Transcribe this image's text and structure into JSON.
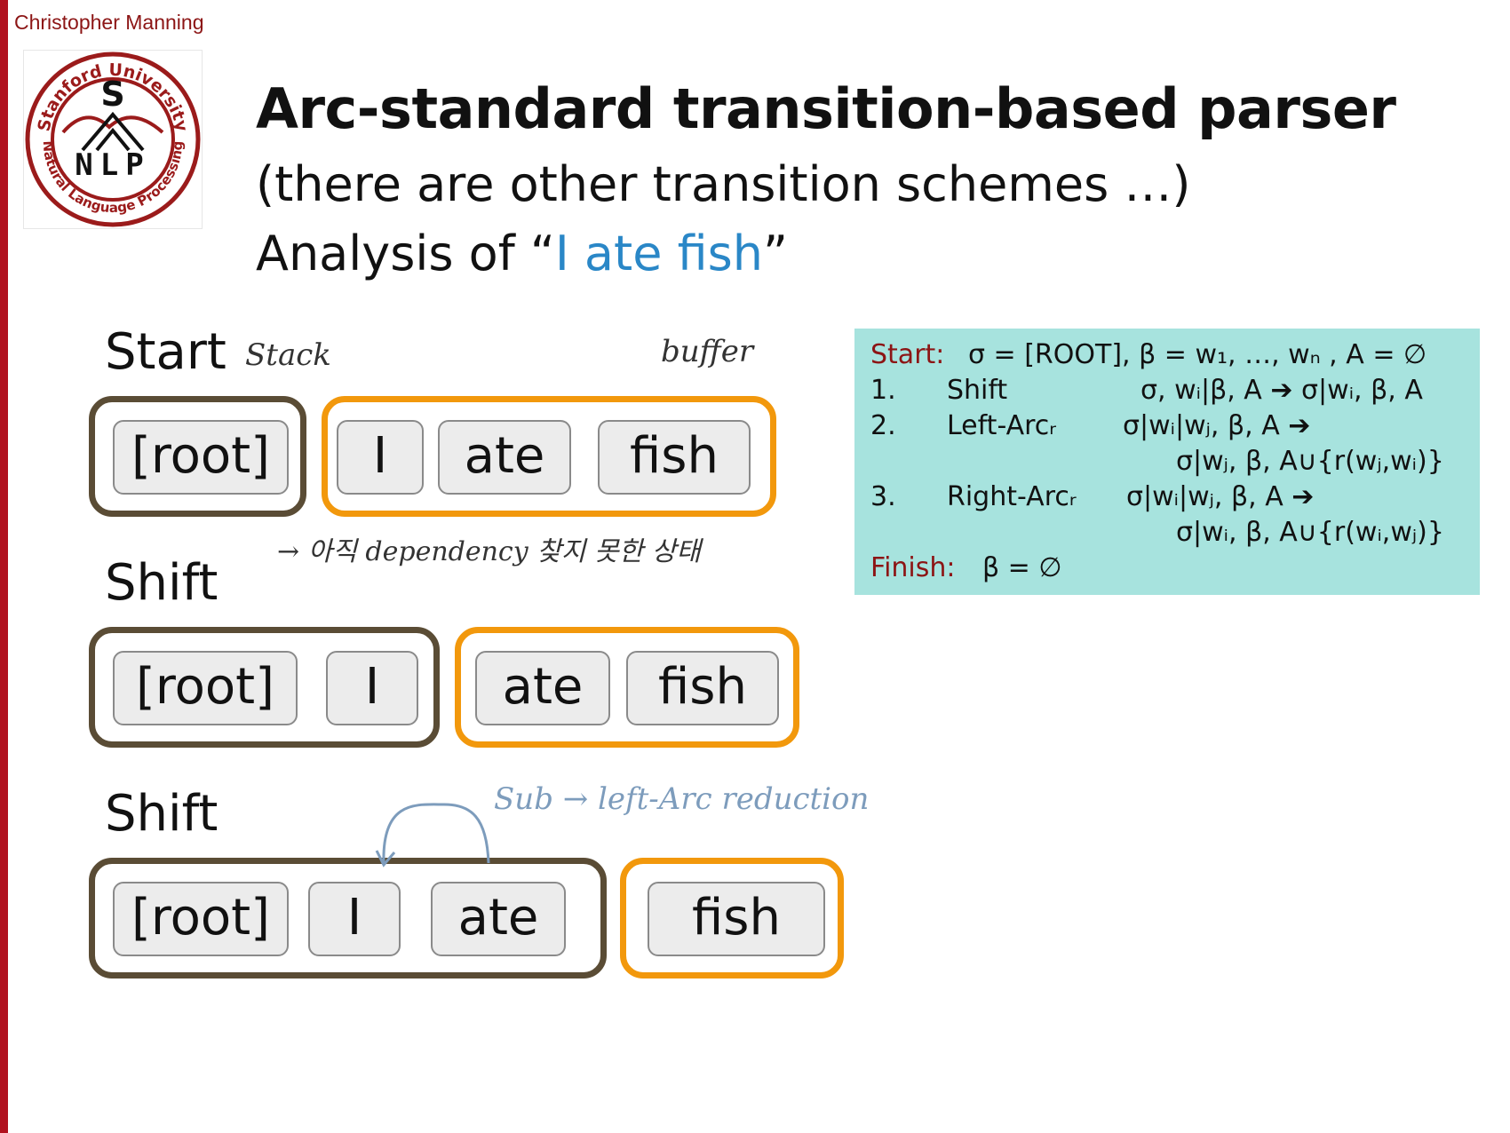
{
  "header": {
    "author": "Christopher Manning",
    "title": "Arc-standard transition-based parser",
    "subtitle": "(there are other transition schemes …)",
    "analysis_prefix": "Analysis of “",
    "analysis_sentence": "I ate fish",
    "analysis_suffix": "”"
  },
  "logo": {
    "top_text": "Stanford University",
    "bottom_text": "Natural Language Processing",
    "letter": "S",
    "abbr": "NLP"
  },
  "steps": [
    {
      "label": "Start",
      "stack": [
        "[root]"
      ],
      "buffer": [
        "I",
        "ate",
        "fish"
      ]
    },
    {
      "label": "Shift",
      "stack": [
        "[root]",
        "I"
      ],
      "buffer": [
        "ate",
        "fish"
      ]
    },
    {
      "label": "Shift",
      "stack": [
        "[root]",
        "I",
        "ate"
      ],
      "buffer": [
        "fish"
      ]
    }
  ],
  "rules": {
    "start_label": "Start:",
    "start_config": "σ = [ROOT], β = w₁, …, wₙ , A = ∅",
    "items": [
      {
        "num": "1.",
        "name": "Shift",
        "lhs": "σ, wᵢ|β, A ➔ σ|wᵢ, β, A",
        "rhs": ""
      },
      {
        "num": "2.",
        "name": "Left-Arcᵣ",
        "lhs": "σ|wᵢ|wⱼ, β, A ➔",
        "rhs": "σ|wⱼ, β, A∪{r(wⱼ,wᵢ)}"
      },
      {
        "num": "3.",
        "name": "Right-Arcᵣ",
        "lhs": "σ|wᵢ|wⱼ, β, A ➔",
        "rhs": "σ|wᵢ, β, A∪{r(wᵢ,wⱼ)}"
      }
    ],
    "finish_label": "Finish:",
    "finish_config": "β = ∅"
  },
  "handwriting": {
    "stack": "Stack",
    "buffer": "buffer",
    "note1": "→ 아직 dependency 찾지 못한 상태",
    "note2": "Sub → left-Arc reduction"
  },
  "colors": {
    "accent_red": "#8c1515",
    "stack_border": "#5a4c35",
    "buffer_border": "#f2980c",
    "highlight_blue": "#2a87c7",
    "rules_bg": "#a7e3de"
  }
}
